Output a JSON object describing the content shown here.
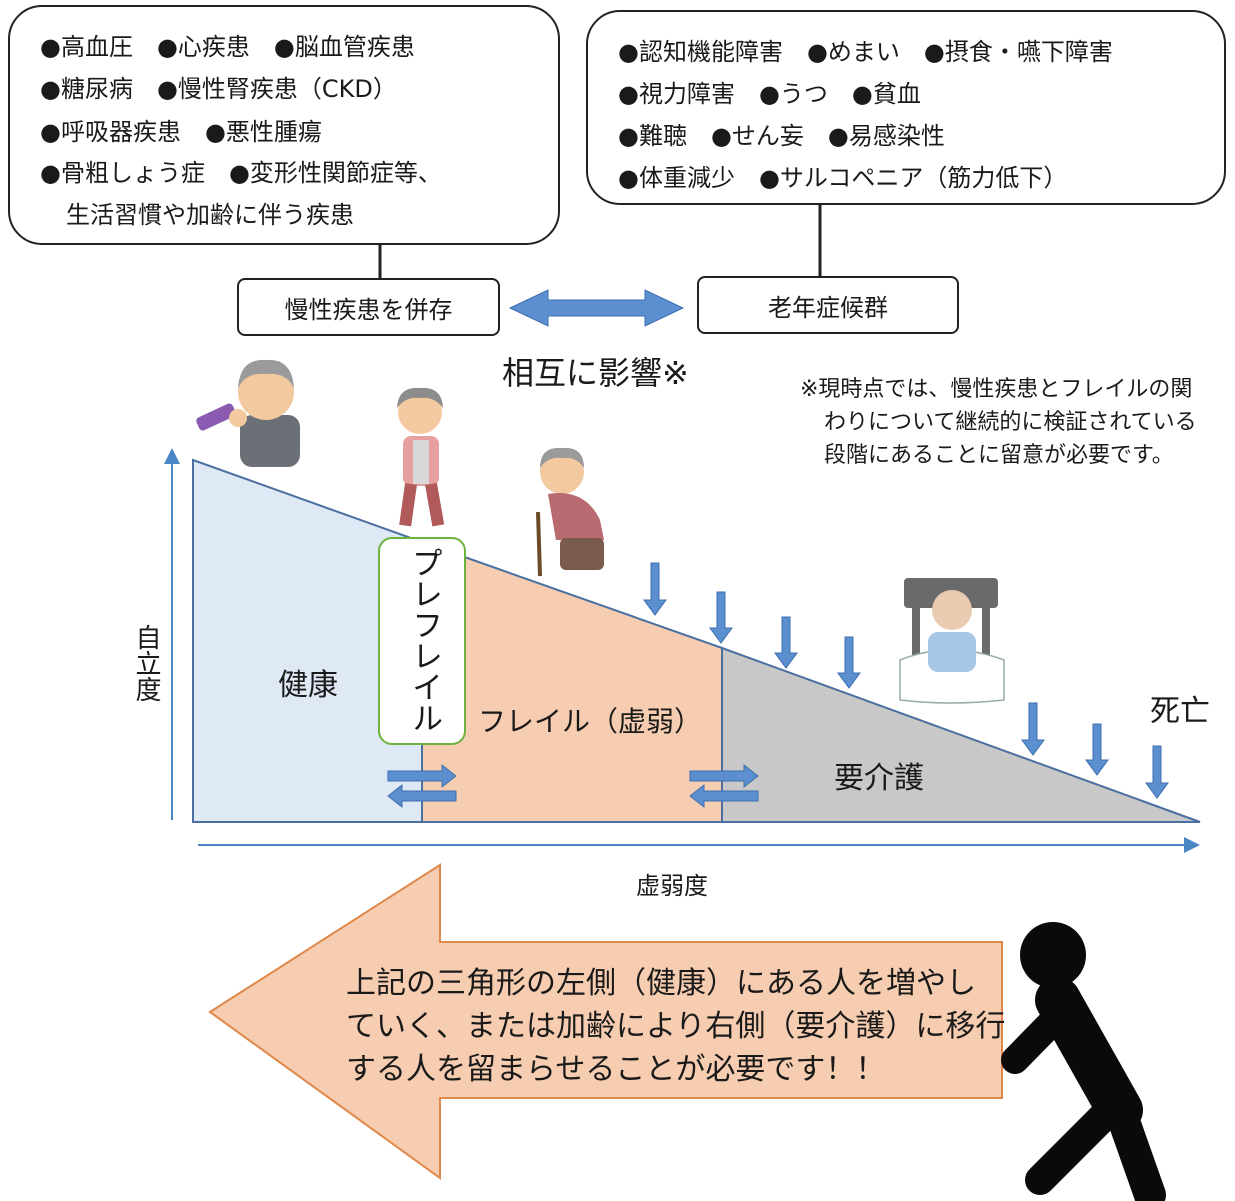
{
  "top_left_box": {
    "lines": [
      "●高血圧　●心疾患　●脳血管疾患",
      "●糖尿病　●慢性腎疾患（CKD）",
      "●呼吸器疾患　●悪性腫瘍",
      "●骨粗しょう症　●変形性関節症等、",
      "生活習慣や加齢に伴う疾患"
    ]
  },
  "top_right_box": {
    "lines": [
      "●認知機能障害　●めまい　●摂食・嚥下障害",
      "●視力障害　●うつ　●貧血",
      "●難聴　●せん妄　●易感染性",
      "●体重減少　●サルコペニア（筋力低下）"
    ]
  },
  "chronic_label": "慢性疾患を併存",
  "geriatric_label": "老年症候群",
  "mutual_label": "相互に影響※",
  "note_lines": [
    "※現時点では、慢性疾患とフレイルの関",
    "わりについて継続的に検証されている",
    "段階にあることに留意が必要です。"
  ],
  "y_axis_label": "自立度",
  "x_axis_label": "虚弱度",
  "regions": {
    "healthy": "健康",
    "prefrail": "プレフレイル",
    "frail": "フレイル（虚弱）",
    "care": "要介護",
    "death": "死亡"
  },
  "big_arrow_lines": [
    "上記の三角形の左側（健康）にある人を増やし",
    "ていく、または加齢により右側（要介護）に移行",
    "する人を留まらせることが必要です！！"
  ],
  "colors": {
    "healthy_fill": "#dfe8f5",
    "frail_fill": "#f6cdb0",
    "care_fill": "#c8c8c8",
    "axis_blue": "#4a86c5",
    "arrow_fill": "#f6cdb0",
    "arrow_stroke": "#e0884a",
    "prefrail_border": "#6cb33f"
  }
}
